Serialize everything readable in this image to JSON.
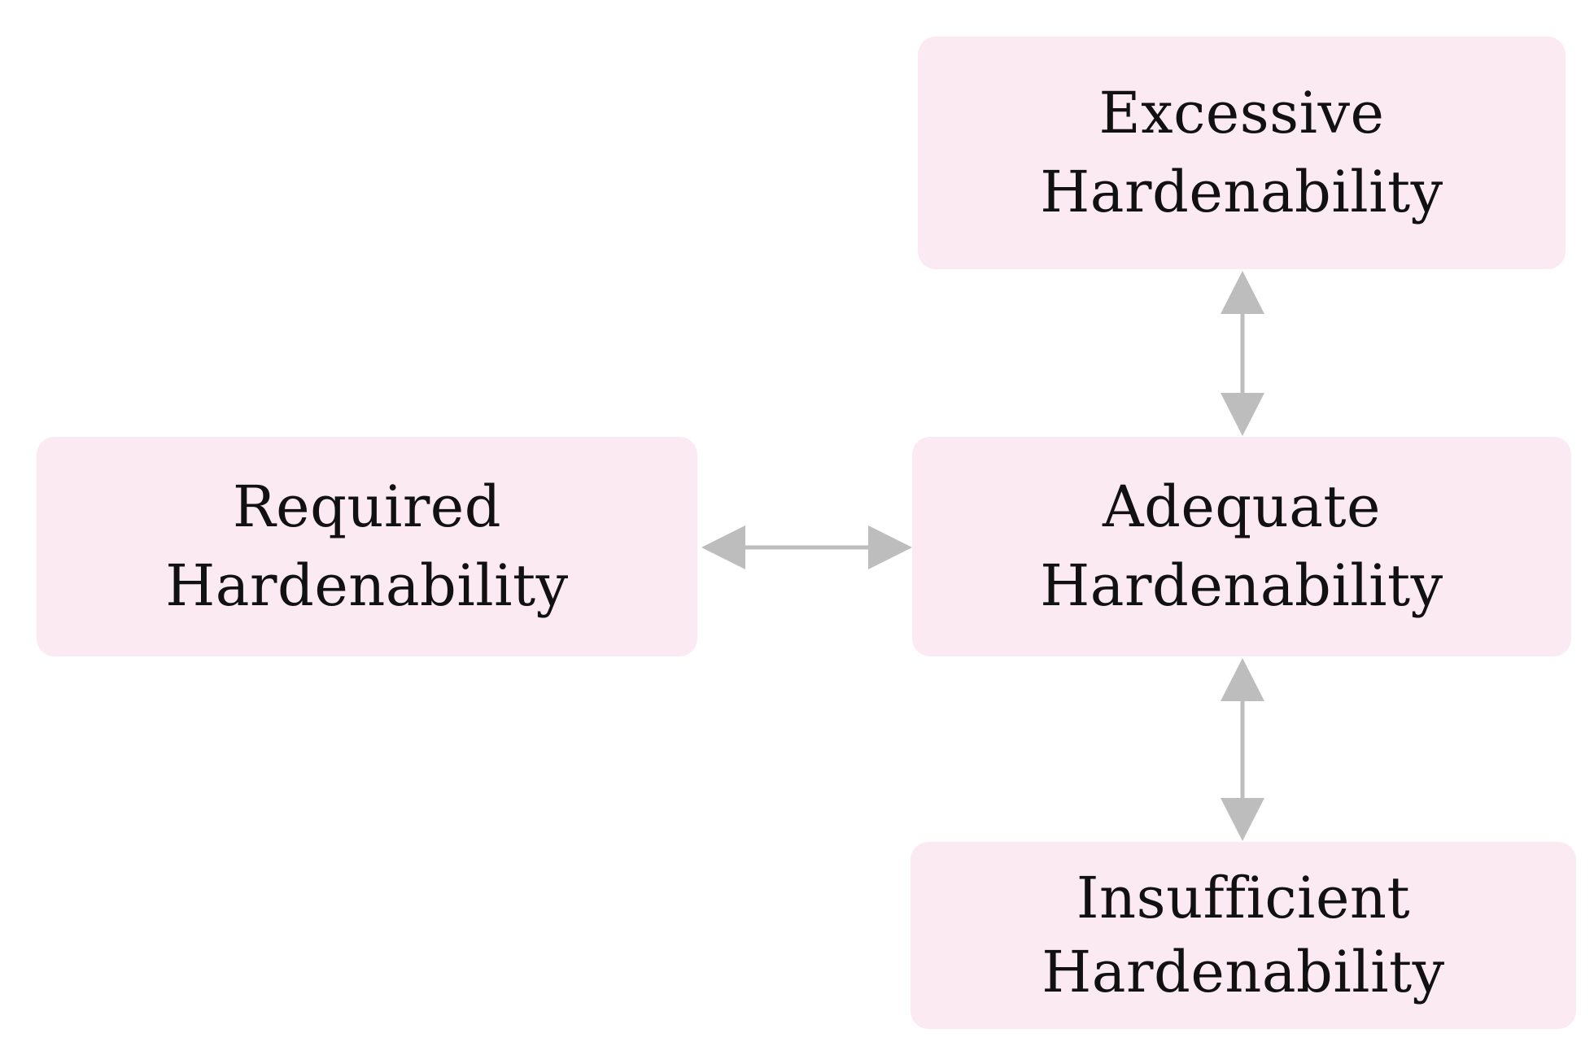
{
  "nodes": {
    "excessive": {
      "line1": "Excessive",
      "line2": "Hardenability"
    },
    "required": {
      "line1": "Required",
      "line2": "Hardenability"
    },
    "adequate": {
      "line1": "Adequate",
      "line2": "Hardenability"
    },
    "insufficient": {
      "line1": "Insufficient",
      "line2": "Hardenability"
    }
  },
  "edges": [
    {
      "from": "required",
      "to": "adequate",
      "direction": "both"
    },
    {
      "from": "adequate",
      "to": "excessive",
      "direction": "both"
    },
    {
      "from": "adequate",
      "to": "insufficient",
      "direction": "both"
    }
  ],
  "colors": {
    "box_fill": "#fbeaf2",
    "arrow": "#bdbdbd",
    "text": "#111111"
  }
}
